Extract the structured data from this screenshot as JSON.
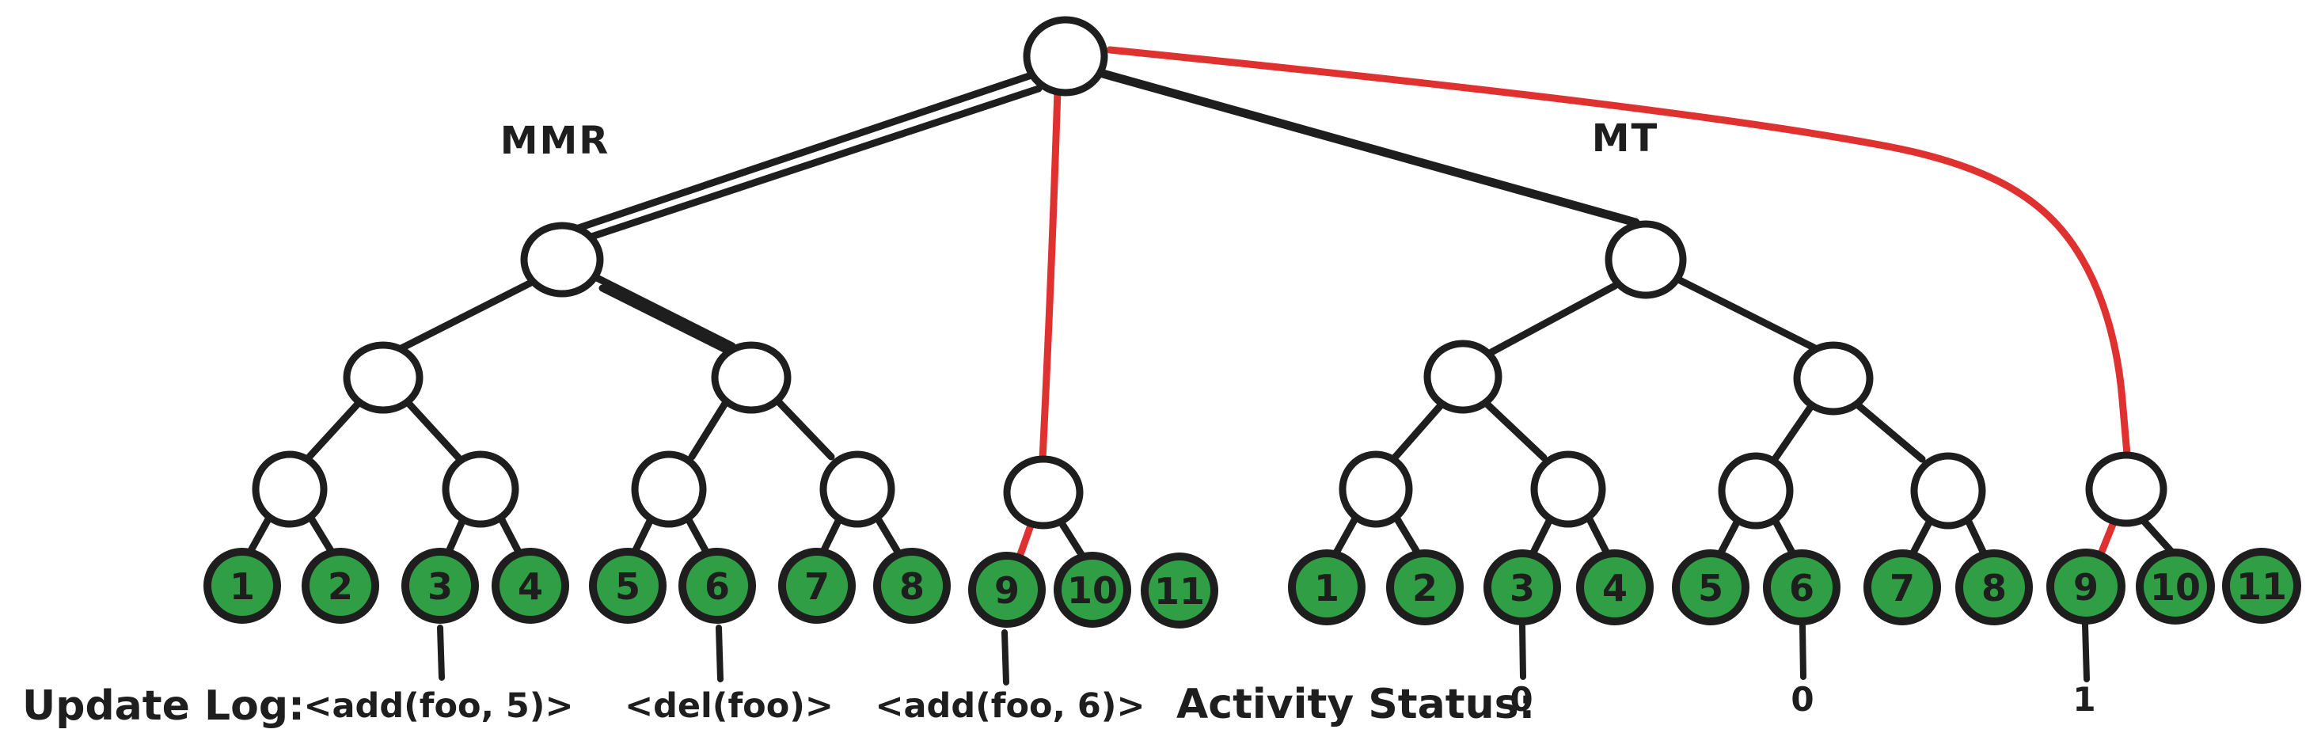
{
  "labels": {
    "left_tree": "MMR",
    "right_tree": "MT"
  },
  "leaves": [
    "1",
    "2",
    "3",
    "4",
    "5",
    "6",
    "7",
    "8",
    "9",
    "10",
    "11"
  ],
  "update_log": {
    "label": "Update Log:",
    "entries": [
      "<add(foo, 5)>",
      "<del(foo)>",
      "<add(foo, 6)>"
    ]
  },
  "activity_status": {
    "label": "Activity Status:",
    "values": [
      "0",
      "0",
      "1"
    ]
  },
  "colors": {
    "ink": "#1e1e1e",
    "highlight": "#e03131",
    "leaf_fill": "#2f9e44",
    "background": "#ffffff"
  }
}
